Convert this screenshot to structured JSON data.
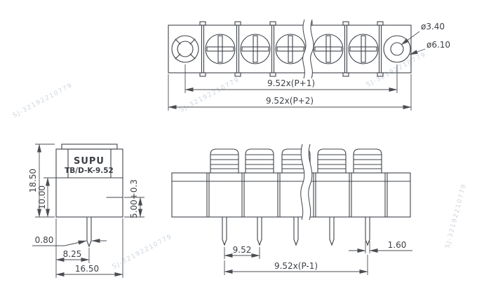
{
  "labels": {
    "brand": "SUPU",
    "model": "TB/D-K-9.52",
    "top_p1": "9.52x(P+1)",
    "top_p2": "9.52x(P+2)",
    "dia_inner": "ø3.40",
    "dia_outer": "ø6.10",
    "side_total_h": "18.50",
    "side_lower_h": "10.00",
    "side_pin_len": "5.00+0.3",
    "side_pin_w": "0.80",
    "side_pin_offset": "8.25",
    "side_depth": "16.50",
    "front_pitch": "9.52",
    "front_pin_w": "1.60",
    "front_span": "9.52x(P-1)"
  },
  "watermark": {
    "text": "SJ-32192210779",
    "color": "#cdd5de"
  },
  "colors": {
    "line": "#3f434a",
    "dimension": "#4a4d52",
    "background": "#ffffff"
  }
}
